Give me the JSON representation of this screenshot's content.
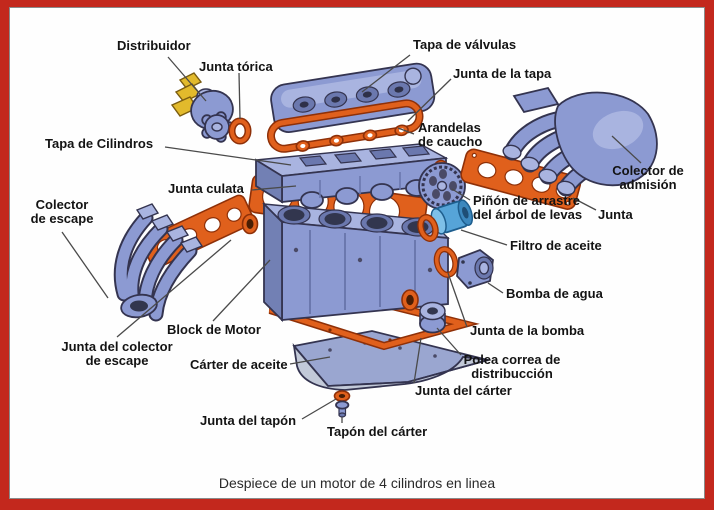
{
  "colors": {
    "frame_red": "#C3281D",
    "part_blue": "#8C9AD2",
    "gasket_orange": "#E0601C",
    "distributor_yellow": "#E2BA2C",
    "oil_filter_blue": "#56A4D8"
  },
  "caption": "Despiece de un motor de 4 cilindros en linea",
  "labels": {
    "distribuidor": "Distribuidor",
    "junta_torica": "Junta tórica",
    "tapa_de_valvulas": "Tapa de válvulas",
    "junta_de_la_tapa": "Junta de la tapa",
    "arandelas_de_caucho": "Arandelas\nde caucho",
    "tapa_de_cilindros": "Tapa de Cilindros",
    "colector_de_admision": "Colector de\nadmisión",
    "junta_culata": "Junta culata",
    "pinon_de_arrastre": "Piñón de arrastre\ndel árbol de levas",
    "junta_admision": "Junta",
    "colector_de_escape": "Colector\nde escape",
    "filtro_de_aceite": "Filtro de aceite",
    "bomba_de_agua": "Bomba de agua",
    "junta_de_la_bomba": "Junta de la bomba",
    "block_de_motor": "Block de Motor",
    "junta_del_colector_de_escape": "Junta del colector\nde escape",
    "carter_de_aceite": "Cárter de aceite",
    "polea_correa": "Polea correa de\ndistribucción",
    "junta_del_carter": "Junta del cárter",
    "junta_del_tapon": "Junta del tapón",
    "tapon_del_carter": "Tapón del cárter"
  }
}
